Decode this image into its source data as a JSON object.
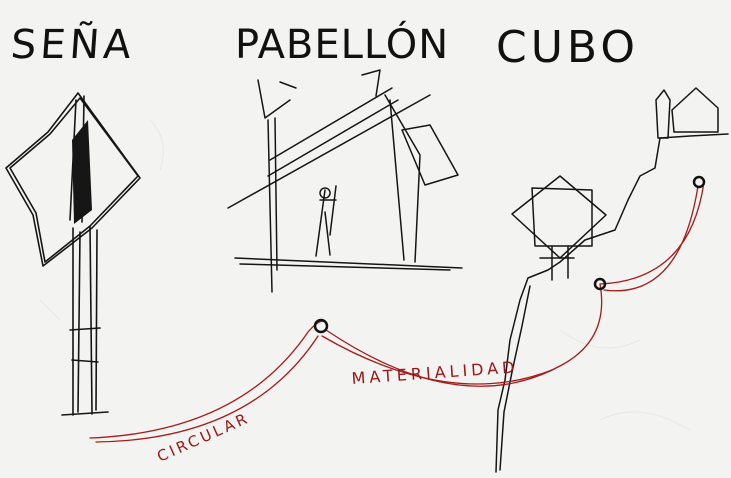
{
  "sketch": {
    "titles": {
      "left": "SEÑA",
      "center": "PABELLÓN",
      "right": "CUBO"
    },
    "annotations": {
      "left": "CIRCULAR",
      "right": "MATERIALIDAD"
    },
    "colors": {
      "paper": "#f3f3f1",
      "ink": "#151515",
      "red_ink": "#a51c1c"
    }
  }
}
